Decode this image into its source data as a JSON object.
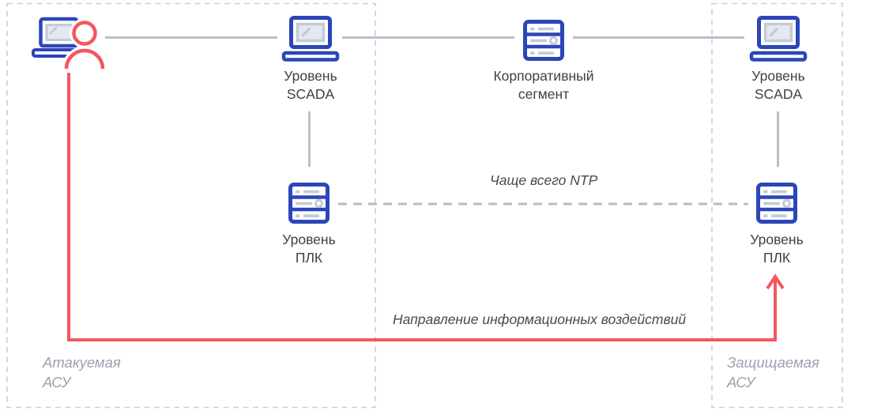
{
  "diagram": {
    "zones": {
      "attacked": {
        "label": "Атакуемая\nАСУ"
      },
      "protected": {
        "label": "Защищаемая\nАСУ"
      }
    },
    "nodes": {
      "attacker": {
        "icon": "attacker-person-laptop-icon"
      },
      "scada_left": {
        "label": "Уровень\nSCADA",
        "icon": "workstation-icon"
      },
      "corporate": {
        "label": "Корпоративный\nсегмент",
        "icon": "server-icon"
      },
      "scada_right": {
        "label": "Уровень\nSCADA",
        "icon": "workstation-icon"
      },
      "plc_left": {
        "label": "Уровень\nПЛК",
        "icon": "server-icon"
      },
      "plc_right": {
        "label": "Уровень\nПЛК",
        "icon": "server-icon"
      }
    },
    "annotations": {
      "ntp": "Чаще всего NTP",
      "attack_direction": "Направление информационных воздействий"
    },
    "colors": {
      "blue": "#2c46b8",
      "red": "#f4565f",
      "connector": "#b9bfc9",
      "ntp_dash": "#b6bcc6",
      "zone_border": "#c8cfda",
      "node_label": "#3d4045",
      "caption": "#46494e",
      "zone_label": "#9aa2ae",
      "icon_detail": "#c3cbd8",
      "screen_fill": "#e4e8f0"
    }
  }
}
